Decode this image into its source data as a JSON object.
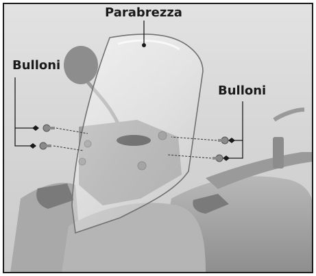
{
  "labels": {
    "windshield": "Parabrezza",
    "bolts_left": "Bulloni",
    "bolts_right": "Bulloni"
  },
  "colors": {
    "border": "#1a1a1a",
    "background": "#d6d6d6",
    "callout": "#1a1a1a",
    "bolt": "#8a8a8a",
    "windshield_edge": "#707070"
  },
  "icons": [
    "bolt-icon",
    "callout-dot-icon",
    "bolt-icon",
    "callout-dot-icon",
    "bolt-icon",
    "callout-dot-icon",
    "bolt-icon",
    "callout-dot-icon"
  ]
}
